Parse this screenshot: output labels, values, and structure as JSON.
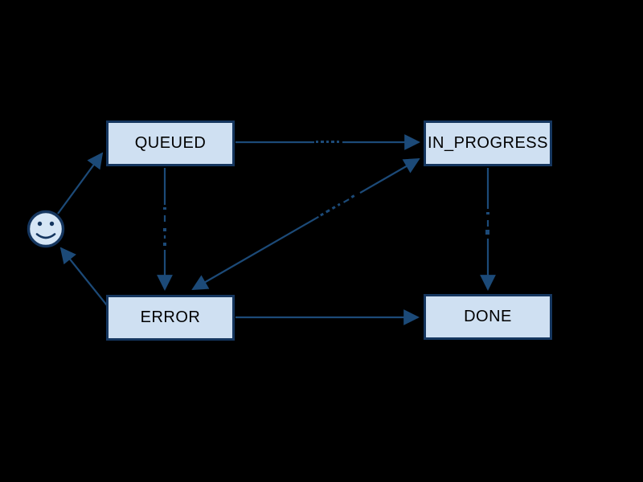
{
  "diagram": {
    "type": "state-machine",
    "background_color": "#000000",
    "node_fill_color": "#cfe0f2",
    "node_border_color": "#15365f",
    "edge_color": "#1c4a78",
    "node_text_color": "#000000",
    "nodes": [
      {
        "id": "start",
        "kind": "smiley-face",
        "label": ""
      },
      {
        "id": "queued",
        "kind": "state",
        "label": "QUEUED"
      },
      {
        "id": "in_progress",
        "kind": "state",
        "label": "IN_PROGRESS"
      },
      {
        "id": "error",
        "kind": "state",
        "label": "ERROR"
      },
      {
        "id": "done",
        "kind": "state",
        "label": "DONE"
      }
    ],
    "edges": [
      {
        "from": "start",
        "to": "QUEUED",
        "arrow": "end",
        "label": ""
      },
      {
        "from": "QUEUED",
        "to": "IN_PROGRESS",
        "arrow": "end",
        "label": ""
      },
      {
        "from": "QUEUED",
        "to": "ERROR",
        "arrow": "end",
        "label": ""
      },
      {
        "from": "IN_PROGRESS",
        "to": "ERROR",
        "arrow": "both",
        "label": ""
      },
      {
        "from": "IN_PROGRESS",
        "to": "DONE",
        "arrow": "end",
        "label": ""
      },
      {
        "from": "ERROR",
        "to": "DONE",
        "arrow": "end",
        "label": ""
      },
      {
        "from": "ERROR",
        "to": "start",
        "arrow": "end",
        "label": ""
      }
    ]
  }
}
